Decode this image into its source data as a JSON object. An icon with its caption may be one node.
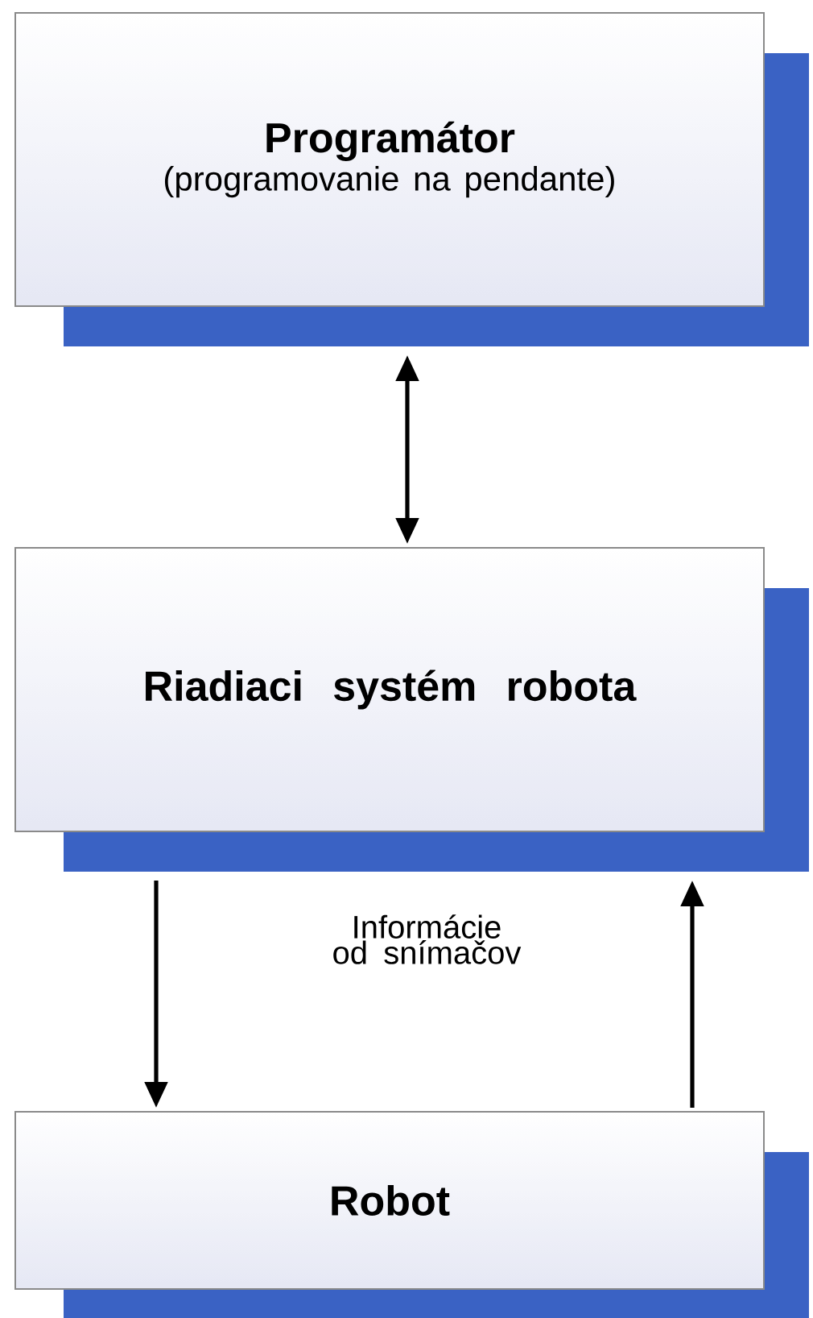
{
  "diagram": {
    "nodes": [
      {
        "text": [
          "Programátor",
          "(programovanie na pendante)"
        ]
      },
      {
        "text": [
          "Riadiaci systém robota"
        ]
      },
      {
        "text": [
          "Robot"
        ]
      }
    ],
    "edges": [
      {
        "from": 0,
        "to": 1,
        "arrow": "both"
      },
      {
        "from": 1,
        "to": 2,
        "arrow": "to"
      },
      {
        "from": 2,
        "to": 1,
        "arrow": "to"
      }
    ],
    "labels": [
      "Informácie od snímačov"
    ]
  }
}
